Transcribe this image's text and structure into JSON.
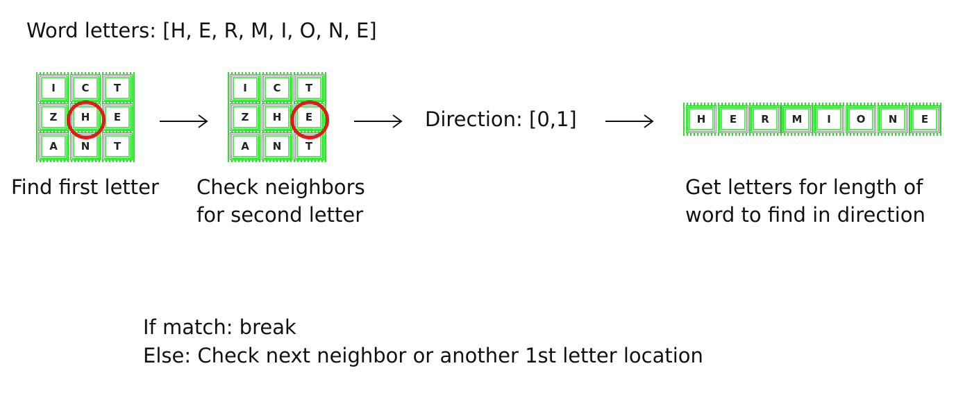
{
  "header": {
    "word_letters": "Word letters: [H, E, R, M, I, O, N, E]"
  },
  "step1": {
    "grid": [
      [
        "I",
        "C",
        "T"
      ],
      [
        "Z",
        "H",
        "E"
      ],
      [
        "A",
        "N",
        "T"
      ]
    ],
    "caption_lines": [
      "Find first letter"
    ]
  },
  "step2": {
    "grid": [
      [
        "I",
        "C",
        "T"
      ],
      [
        "Z",
        "H",
        "E"
      ],
      [
        "A",
        "N",
        "T"
      ]
    ],
    "caption_lines": [
      "Check neighbors",
      "for second letter"
    ]
  },
  "direction": {
    "label": "Direction: [0,1]"
  },
  "result": {
    "letters": [
      "H",
      "E",
      "R",
      "M",
      "I",
      "O",
      "N",
      "E"
    ],
    "caption_lines": [
      "Get letters for length of",
      "word to find in direction"
    ]
  },
  "footer": {
    "lines": [
      "If match: break",
      "Else: Check next neighbor or another 1st letter location"
    ]
  },
  "colors": {
    "grid_border": "#22d422",
    "highlight_ring": "#e01b1b"
  },
  "icons": {
    "arrow": "long-right-arrow-icon",
    "highlight": "red-circle-highlight"
  }
}
